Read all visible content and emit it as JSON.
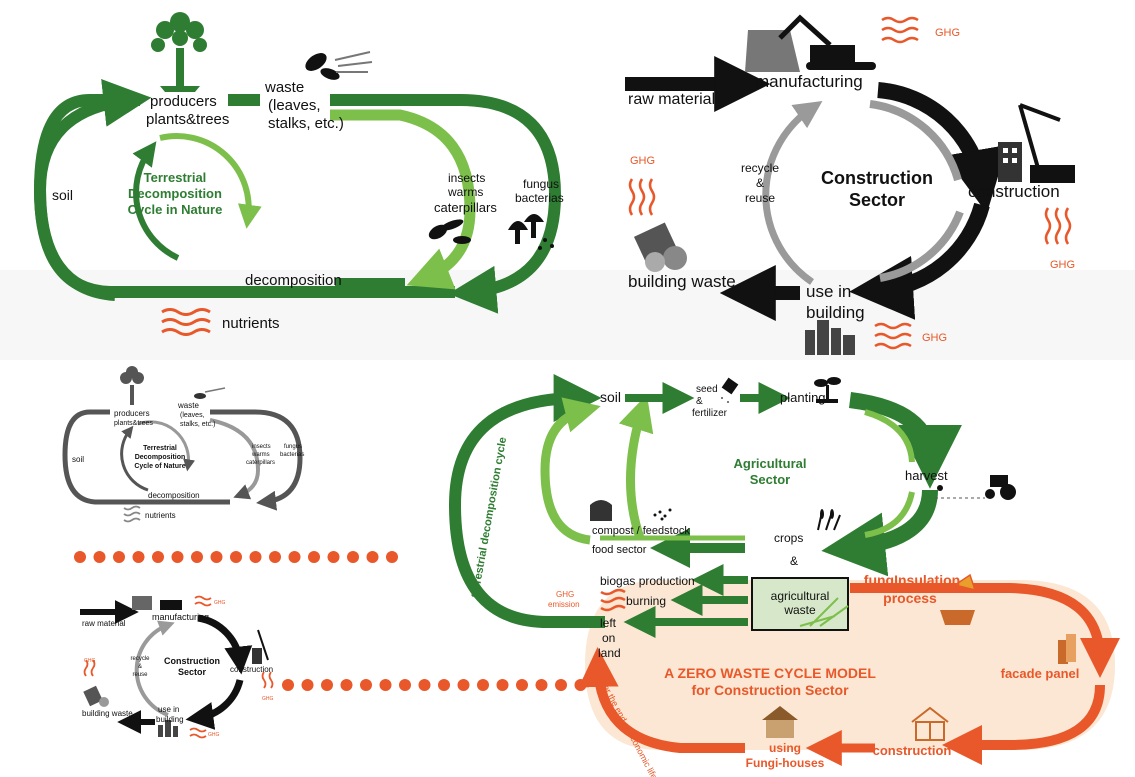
{
  "nature_cycle": {
    "title_line1": "Terrestrial",
    "title_line2": "Decomposition",
    "title_line3": "Cycle in Nature",
    "producers": "producers",
    "plants_trees": "plants&trees",
    "waste": "waste",
    "waste_detail_1": "(leaves,",
    "waste_detail_2": "stalks, etc.)",
    "insects": "insects",
    "warms": "warms",
    "caterpillars": "caterpillars",
    "fungus": "fungus",
    "bacterias": "bacterias",
    "decomposition": "decomposition",
    "soil": "soil",
    "nutrients": "nutrients"
  },
  "construction_cycle": {
    "title_line1": "Construction",
    "title_line2": "Sector",
    "raw_material": "raw material",
    "manufacturing": "manufacturing",
    "construction": "construction",
    "use_in": "use in",
    "building": "building",
    "building_waste": "building waste",
    "recycle": "recycle",
    "amp": "&",
    "reuse": "reuse",
    "ghg": "GHG"
  },
  "mini_nature": {
    "title_line1": "Terrestrial",
    "title_line2": "Decomposition",
    "title_line3": "Cycle of Nature",
    "producers": "producers",
    "plants_trees": "plants&trees",
    "waste": "waste",
    "waste_detail_1": "(leaves,",
    "waste_detail_2": "stalks, etc.)",
    "insects": "insects",
    "warms": "warms",
    "caterpillars": "caterpillars",
    "fungus": "fungus",
    "bacterias": "bacterias",
    "decomposition": "decomposition",
    "soil": "soil",
    "nutrients": "nutrients"
  },
  "mini_construction": {
    "title_line1": "Construction",
    "title_line2": "Sector",
    "raw_material": "raw material",
    "manufacturing": "manufacturing",
    "construction": "construction",
    "use_in": "use in",
    "building": "building",
    "building_waste": "building waste",
    "recycle": "recycle",
    "amp": "&",
    "reuse": "reuse",
    "ghg": "GHG"
  },
  "agri_cycle": {
    "title_line1": "Agricultural",
    "title_line2": "Sector",
    "soil": "soil",
    "seed": "seed",
    "amp": "&",
    "fertilizer": "fertilizer",
    "planting": "planting",
    "harvest": "harvest",
    "crops": "crops",
    "crops_amp": "&",
    "compost": "compost / feedstock",
    "food_sector": "food sector",
    "agricultural": "agricultural",
    "waste": "waste",
    "biogas": "biogas production",
    "burning": "burning",
    "ghg": "GHG",
    "emission": "emission",
    "left": "left",
    "on": "on",
    "land": "land",
    "terrestrial_label": "terrestrial decomposition cycle"
  },
  "zero_waste": {
    "title_line1": "A ZERO WASTE CYCLE MODEL",
    "title_line2": "for Construction Sector",
    "fungi_insulation": "fungInsulation",
    "process": "process",
    "facade_panel": "facade panel",
    "construction": "construction",
    "using": "using",
    "fungi_houses": "Fungi-houses",
    "after_life": "after the end of economic life"
  },
  "colors": {
    "dark_green": "#2e7d32",
    "light_green": "#7cbf4a",
    "orange": "#e8582a",
    "black": "#111111",
    "grey": "#9a9a9a",
    "peach": "#fbe7d3"
  }
}
